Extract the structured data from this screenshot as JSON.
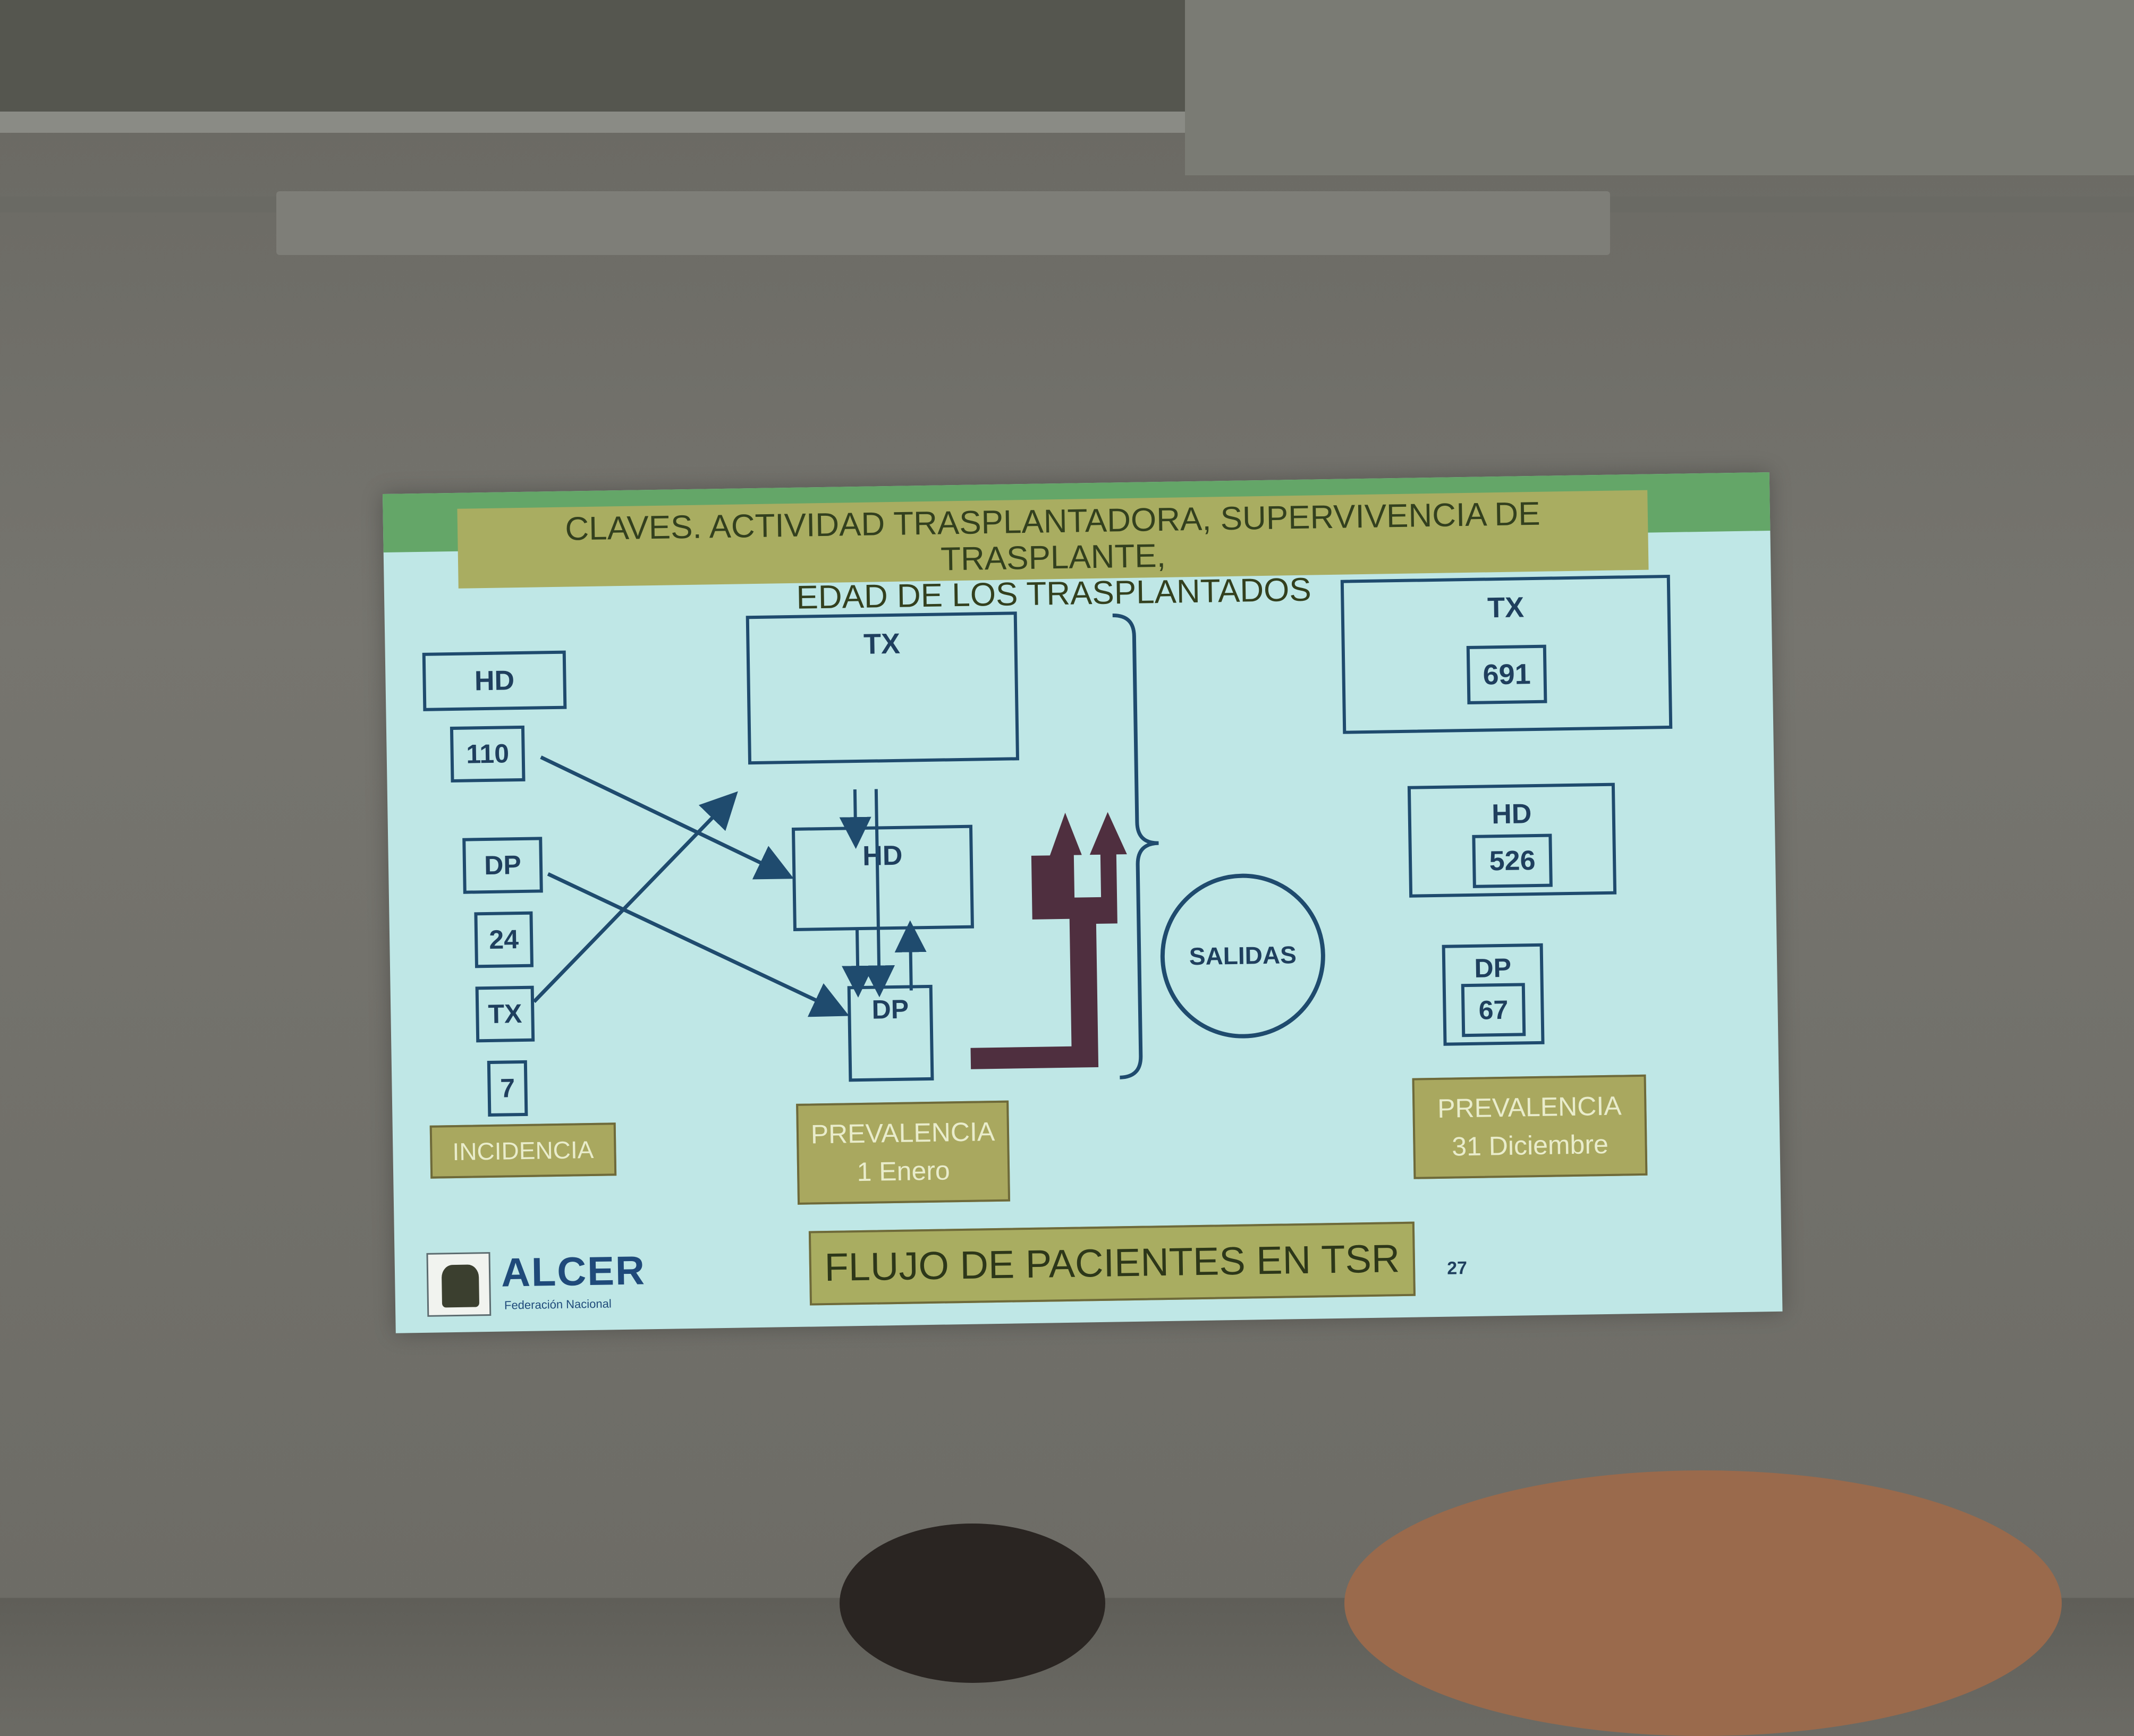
{
  "slide": {
    "title_line1": "CLAVES. ACTIVIDAD TRASPLANTADORA, SUPERVIVENCIA DE TRASPLANTE,",
    "title_line2": "EDAD DE LOS TRASPLANTADOS",
    "incidence": {
      "hd_label": "HD",
      "hd_value": "110",
      "dp_label": "DP",
      "dp_value": "24",
      "tx_label": "TX",
      "tx_value": "7",
      "footer": "INCIDENCIA"
    },
    "prevalence_start": {
      "tx_label": "TX",
      "hd_label": "HD",
      "dp_label": "DP",
      "footer_line1": "PREVALENCIA",
      "footer_line2": "1 Enero"
    },
    "exits_label": "SALIDAS",
    "prevalence_end": {
      "tx_label": "TX",
      "tx_value": "691",
      "hd_label": "HD",
      "hd_value": "526",
      "dp_label": "DP",
      "dp_value": "67",
      "footer_line1": "PREVALENCIA",
      "footer_line2": "31 Diciembre"
    },
    "bottom_title": "FLUJO DE PACIENTES EN TSR",
    "logo_name": "ALCER",
    "logo_subtitle": "Federación Nacional",
    "page_number": "27"
  },
  "colors": {
    "slide_bg": "#bfe7e6",
    "green_bar": "#64a668",
    "olive": "#a9ad61",
    "box_border": "#1f4b6e",
    "thick_arrow": "#4f2f3f"
  }
}
